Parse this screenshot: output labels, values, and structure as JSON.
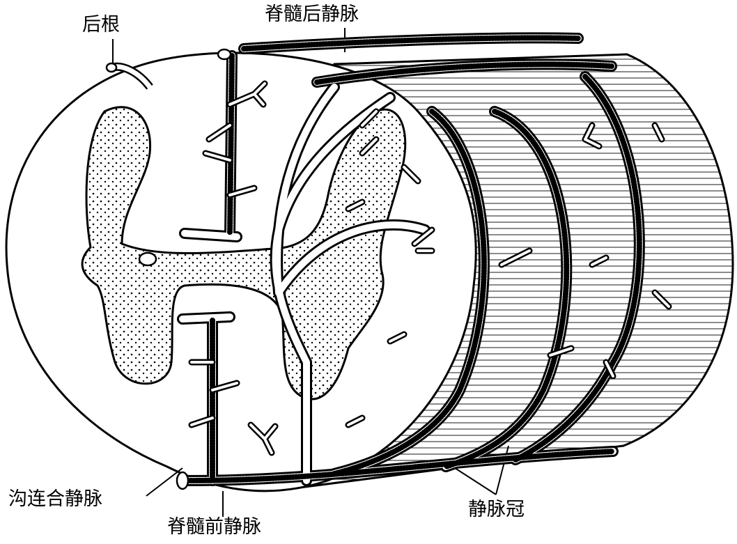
{
  "labels": {
    "posterior_root": "后根",
    "posterior_spinal_vein": "脊髓后静脉",
    "sulcal_connecting_vein": "沟连合静脉",
    "anterior_spinal_vein": "脊髓前静脉",
    "venous_vasocorona": "静脉冠"
  },
  "colors": {
    "ink": "#000000",
    "paper": "#ffffff"
  }
}
